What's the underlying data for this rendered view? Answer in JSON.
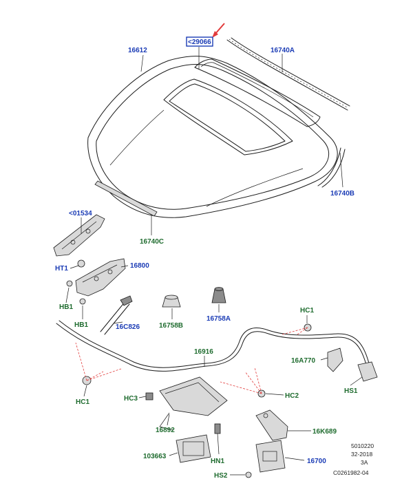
{
  "diagram": {
    "callouts": {
      "c16612": "16612",
      "c29066": "<29066",
      "c16740A": "16740A",
      "c16740B": "16740B",
      "c16740C": "16740C",
      "c01534": "<01534",
      "cHT1": "HT1",
      "c16800": "16800",
      "cHB1a": "HB1",
      "cHB1b": "HB1",
      "c16C826": "16C826",
      "c16758B": "16758B",
      "c16758A": "16758A",
      "cHC1a": "HC1",
      "c16916": "16916",
      "c16A770": "16A770",
      "cHS1": "HS1",
      "cHC1b": "HC1",
      "cHC3": "HC3",
      "cHC2": "HC2",
      "c16892": "16892",
      "c16K689": "16K689",
      "c103663": "103663",
      "cHN1": "HN1",
      "c16700": "16700",
      "cHS2": "HS2"
    },
    "reference": {
      "line1": "5010220",
      "line2": "32-2018",
      "line3": "3A",
      "line4": "C0261982-04"
    },
    "colors": {
      "callout_blue": "#1a3bb5",
      "callout_green": "#1e6b2e",
      "arrow_red": "#e23b3b",
      "highlight_box": "#1a3bb5"
    }
  }
}
